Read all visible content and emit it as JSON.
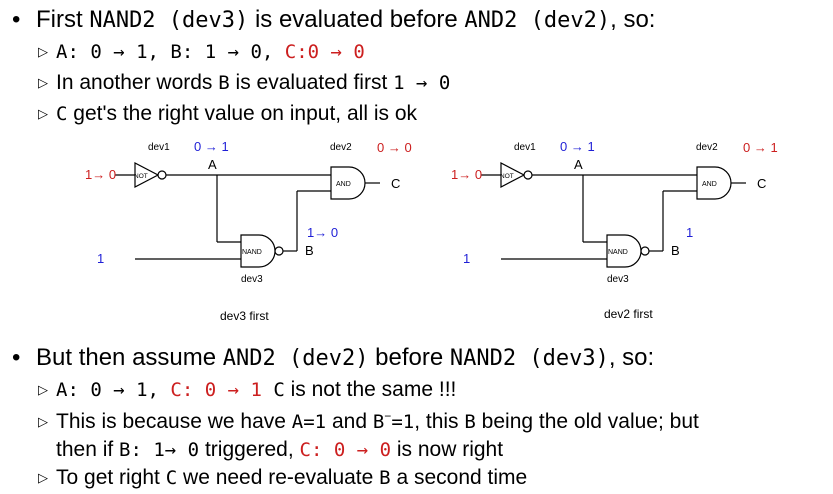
{
  "bullet1": {
    "marker": "•",
    "p1": "First ",
    "m1": "NAND2 (dev3)",
    "p2": " is evaluated before ",
    "m2": "AND2 (dev2)",
    "p3": ", so:"
  },
  "sub1": [
    {
      "marker": "▷",
      "m1": "A: 0 → 1, B: 1 → 0, ",
      "m2": "C:0 → 0"
    },
    {
      "marker": "▷",
      "p1": "In another words ",
      "m1": "B",
      "p2": " is evaluated first ",
      "m2": "1 → 0"
    },
    {
      "marker": "▷",
      "m1": "C",
      "p1": " get's the right value on input, all is ok"
    }
  ],
  "diagrams": [
    {
      "dev1": "dev1",
      "dev2": "dev2",
      "dev3": "dev3",
      "a_trans": "0 → 1",
      "c_trans": "0 → 0",
      "in_not": "1→ 0",
      "in_nand": "1",
      "b_val": "1→ 0",
      "node_a": "A",
      "node_b": "B",
      "node_c": "C",
      "gate_not": "NOT",
      "gate_and": "AND",
      "gate_nand": "NAND",
      "caption": "dev3 first"
    },
    {
      "dev1": "dev1",
      "dev2": "dev2",
      "dev3": "dev3",
      "a_trans": "0 → 1",
      "c_trans": "0 → 1",
      "in_not": "1→ 0",
      "in_nand": "1",
      "b_val": "1",
      "node_a": "A",
      "node_b": "B",
      "node_c": "C",
      "gate_not": "NOT",
      "gate_and": "AND",
      "gate_nand": "NAND",
      "caption": "dev2 first"
    }
  ],
  "bullet2": {
    "marker": "•",
    "p1": "But then assume ",
    "m1": "AND2 (dev2)",
    "p2": " before ",
    "m2": "NAND2 (dev3)",
    "p3": ", so:"
  },
  "sub2": [
    {
      "marker": "▷",
      "m1": "A: 0 → 1, ",
      "m2": "C: 0 → 1",
      "m3": " C",
      "p1": " is not the same !!!"
    },
    {
      "marker": "▷",
      "p1": "This is because we have ",
      "m1": "A=1",
      "p2": " and ",
      "m2": "B",
      "sup": "−",
      "m3": "=1",
      "p3": ", this ",
      "m4": "B",
      "p4": " being the old value; but"
    },
    {
      "p1": "then if ",
      "m1": "B: 1→ 0",
      "p2": " triggered, ",
      "m2": "C: 0 → 0",
      "p3": " is now right"
    },
    {
      "marker": "▷",
      "p1": "To get right ",
      "m1": "C",
      "p2": " we need re-evaluate ",
      "m2": "B",
      "p3": " a second time"
    }
  ],
  "colors": {
    "blue": "#1f1fd6",
    "red": "#cc1f1f",
    "wire": "#000000"
  }
}
